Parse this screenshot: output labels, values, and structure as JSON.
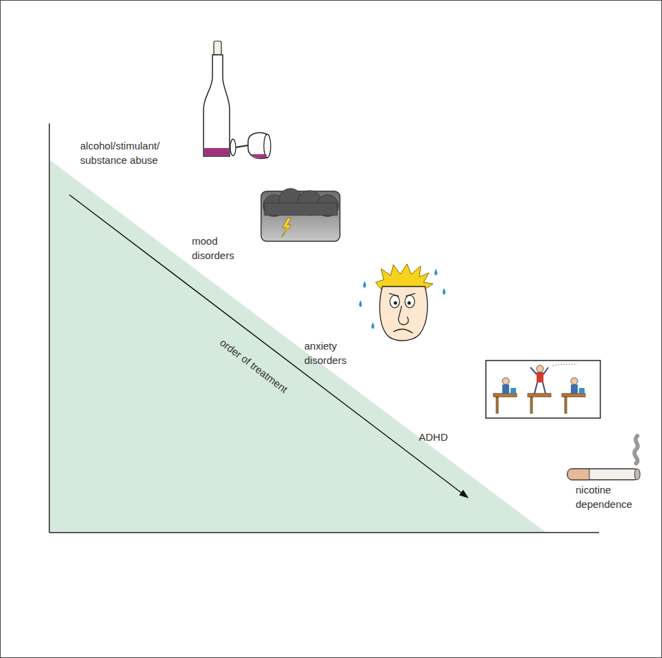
{
  "diagram": {
    "labels": [
      "alcohol/stimulant/ substance abuse",
      "mood disorders",
      "order of treatment",
      "anxiety disorders",
      "ADHD",
      "nicotine dependence"
    ]
  }
}
